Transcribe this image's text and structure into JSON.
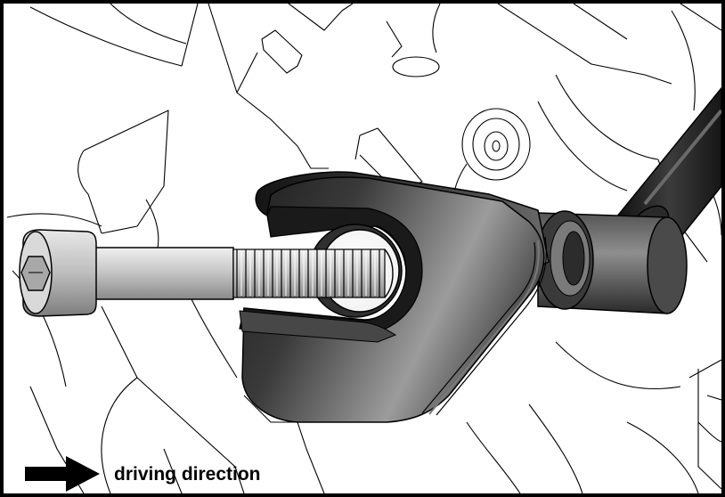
{
  "caption": {
    "label": "driving direction",
    "arrow_icon": "right-arrow-icon"
  },
  "parts": {
    "bolt": "hex-socket-bolt",
    "clevis": "clevis-bracket",
    "rod": "linkage-rod"
  },
  "colors": {
    "outline": "#000000",
    "metal_dark": "#2b2b2b",
    "metal_light": "#9a9a9a",
    "bolt": "#d2d2d2"
  }
}
